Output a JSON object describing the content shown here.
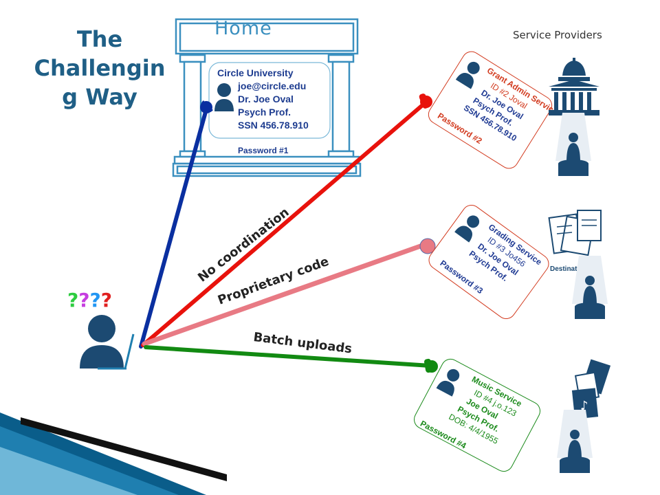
{
  "title": "The Challengin g Way",
  "title_lines": [
    "The",
    "Challengin",
    "g Way"
  ],
  "service_providers_label": "Service Providers",
  "home": {
    "title": "Home",
    "lines": [
      "Circle University",
      "joe@circle.edu",
      "Dr. Joe Oval",
      "Psych Prof.",
      "SSN 456.78.910"
    ],
    "password": "Password #1"
  },
  "unknown_user": {
    "marks": [
      "?",
      "?",
      "?",
      "?"
    ],
    "mark_colors": [
      "#2ecc40",
      "#c63de0",
      "#2196f3",
      "#e02020"
    ]
  },
  "connections": [
    {
      "label": "No coordination",
      "color": "#e8120c"
    },
    {
      "label": "Proprietary code",
      "color": "#e87a84"
    },
    {
      "label": "Batch uploads",
      "color": "#128a12"
    },
    {
      "label": "",
      "color": "#0a2fa0"
    }
  ],
  "cards": [
    {
      "lines": [
        "Grant Admin Service",
        "ID #2 Joval",
        "Dr. Joe Oval",
        "Psych Prof.",
        "SSN 456.78.910"
      ],
      "password": "Password #2",
      "color": "#d23a1e"
    },
    {
      "lines": [
        "Grading Service",
        "ID #3 Jo456",
        "Dr. Joe Oval",
        "Psych Prof."
      ],
      "password": "Password #3",
      "color": "#1f3a93"
    },
    {
      "lines": [
        "Music Service",
        "ID #4 j.o.123",
        "Joe Oval",
        "Psych Prof.",
        "DOB: 4/4/1955"
      ],
      "password": "Password #4",
      "color": "#1a8a1a"
    }
  ],
  "destinations_label": "Destinations",
  "icons": [
    "person-icon",
    "building-icon",
    "documents-icon",
    "music-icon",
    "agent-icon"
  ]
}
